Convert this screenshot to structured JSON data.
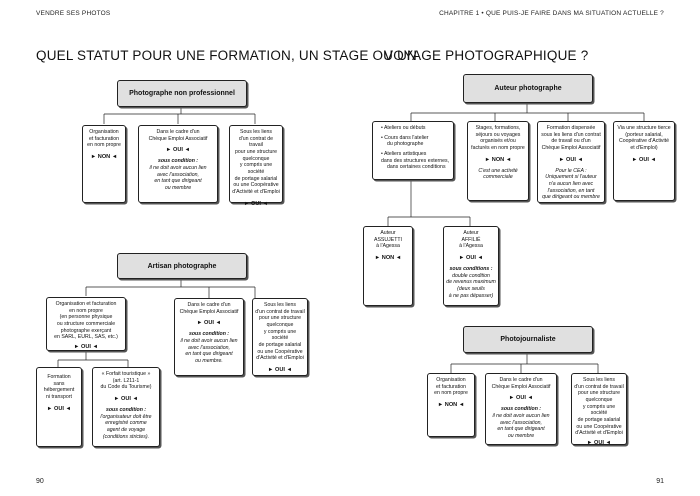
{
  "header": {
    "left": "VENDRE SES PHOTOS",
    "right": "CHAPITRE 1 • QUE PUIS-JE FAIRE DANS MA SITUATION ACTUELLE ?"
  },
  "left_page": {
    "title": "QUEL STATUT POUR UNE FORMATION, UN STAGE OU UN",
    "page_number": "90",
    "np": {
      "heading": "Photographe non professionnel",
      "b1": {
        "l1": "Organisation",
        "l2": "et facturation",
        "l3": "en nom propre",
        "v": "► NON ◄"
      },
      "b2": {
        "l1": "Dans le cadre d'un",
        "l2": "Chèque Emploi Associatif",
        "v": "► OUI ◄",
        "c": "sous condition :",
        "i1": "il ne doit avoir aucun lien",
        "i2": "avec l'association,",
        "i3": "en tant que dirigeant",
        "i4": "ou membre"
      },
      "b3": {
        "l1": "Sous les liens",
        "l2": "d'un contrat de travail",
        "l3": "pour une structure",
        "l4": "quelconque",
        "l5": "y compris une société",
        "l6": "de portage salarial",
        "l7": "ou une Coopérative",
        "l8": "d'Activité et d'Emploi",
        "v": "► OUI ◄"
      }
    },
    "ar": {
      "heading": "Artisan photographe",
      "b1": {
        "l1": "Organisation et facturation",
        "l2": "en nom propre",
        "l3": "(en personne physique",
        "l4": "ou structure commerciale",
        "l5": "photographe exerçant",
        "l6": "en SARL, EURL, SAS, etc.)",
        "v": "► OUI ◄"
      },
      "b2": {
        "l1": "Dans le cadre d'un",
        "l2": "Chèque Emploi Associatif",
        "v": "► OUI ◄",
        "c": "sous condition :",
        "i1": "il ne doit avoir aucun lien",
        "i2": "avec l'association,",
        "i3": "en tant que dirigeant",
        "i4": "ou membre."
      },
      "b3": {
        "l1": "Sous les liens",
        "l2": "d'un contrat de travail",
        "l3": "pour une structure",
        "l4": "quelconque",
        "l5": "y compris une société",
        "l6": "de portage salarial",
        "l7": "ou une Coopérative",
        "l8": "d'Activité et d'Emploi",
        "v": "► OUI ◄"
      },
      "b4": {
        "l1": "Formation",
        "l2": "sans hébergement",
        "l3": "ni transport",
        "v": "► OUI ◄"
      },
      "b5": {
        "l1": "« Forfait touristique »",
        "l2": "(art. L211-1",
        "l3": "du Code du Tourisme)",
        "v": "► OUI ◄",
        "c": "sous condition :",
        "i1": "l'organisateur doit être",
        "i2": "enregistré comme",
        "i3": "agent de voyage",
        "i4": "(conditions strictes)."
      }
    }
  },
  "right_page": {
    "title": "VOYAGE PHOTOGRAPHIQUE ?",
    "page_number": "91",
    "au": {
      "heading": "Auteur photographe",
      "b1": {
        "a": "• Ateliers ou débuts",
        "b": "• Cours dans l'atelier",
        "c": "du photographe",
        "d": "• Ateliers artistiques",
        "e": "dans des structures externes,",
        "f": "dans certaines conditions"
      },
      "b2": {
        "l1": "Stages, formations,",
        "l2": "séjours ou voyages",
        "l3": "organisés et/ou",
        "l4": "facturés en nom propre",
        "v": "► NON ◄",
        "i1": "C'est une activité",
        "i2": "commerciale"
      },
      "b3": {
        "l1": "Formation dispensée",
        "l2": "sous les liens d'un contrat",
        "l3": "de travail ou d'un",
        "l4": "Chèque Emploi Associatif",
        "v": "► OUI ◄",
        "i0": "Pour le CEA :",
        "i1": "Uniquement si l'auteur",
        "i2": "n'a aucun lien avec",
        "i3": "l'association, en tant",
        "i4": "que dirigeant ou membre"
      },
      "b4": {
        "l1": "Via une structure tierce",
        "l2": "(porteur salarial,",
        "l3": "Coopérative d'Activité",
        "l4": "et d'Emploi)",
        "v": "► OUI ◄"
      },
      "b5": {
        "l1": "Auteur",
        "l2": "ASSUJETTI",
        "l3": "à l'Agessa",
        "v": "► NON ◄"
      },
      "b6": {
        "l1": "Auteur",
        "l2": "AFFILIÉ",
        "l3": "à l'Agessa",
        "v": "► OUI ◄",
        "c": "sous conditions :",
        "i1": "double condition",
        "i2": "de revenus maximum",
        "i3": "(deux seuils",
        "i4": "à ne pas dépasser)"
      }
    },
    "pj": {
      "heading": "Photojournaliste",
      "b1": {
        "l1": "Organisation",
        "l2": "et facturation",
        "l3": "en nom propre",
        "v": "► NON ◄"
      },
      "b2": {
        "l1": "Dans le cadre d'un",
        "l2": "Chèque Emploi Associatif",
        "v": "► OUI ◄",
        "c": "sous condition :",
        "i1": "il ne doit avoir aucun lien",
        "i2": "avec l'association,",
        "i3": "en tant que dirigeant",
        "i4": "ou membre"
      },
      "b3": {
        "l1": "Sous les liens",
        "l2": "d'un contrat de travail",
        "l3": "pour une structure",
        "l4": "quelconque",
        "l5": "y compris une société",
        "l6": "de portage salarial",
        "l7": "ou une Coopérative",
        "l8": "d'Activité et d'Emploi",
        "v": "► OUI ◄"
      }
    }
  }
}
